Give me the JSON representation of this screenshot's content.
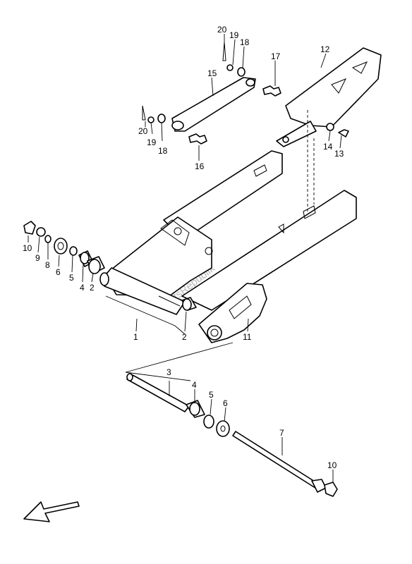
{
  "watermark": "PartsRepublik",
  "callouts": {
    "c1": "1",
    "c2a": "2",
    "c2b": "2",
    "c3": "3",
    "c4a": "4",
    "c4b": "4",
    "c5a": "5",
    "c5b": "5",
    "c6a": "6",
    "c6b": "6",
    "c7": "7",
    "c8": "8",
    "c9": "9",
    "c10a": "10",
    "c10b": "10",
    "c11": "11",
    "c12": "12",
    "c13": "13",
    "c14": "14",
    "c15": "15",
    "c16": "16",
    "c17": "17",
    "c18a": "18",
    "c18b": "18",
    "c19a": "19",
    "c19b": "19",
    "c20a": "20",
    "c20b": "20"
  },
  "icons": {
    "front_arrow": "arrow-down-left-icon"
  }
}
